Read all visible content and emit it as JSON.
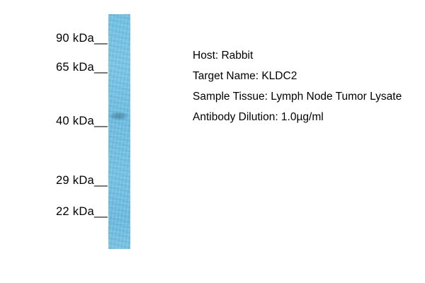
{
  "figure_type": "western-blot",
  "markers": [
    {
      "label": "90 kDa__"
    },
    {
      "label": "65 kDa__"
    },
    {
      "label": "40 kDa__"
    },
    {
      "label": "29 kDa__"
    },
    {
      "label": "22 kDa__"
    }
  ],
  "annotations": [
    {
      "label": "Host: Rabbit"
    },
    {
      "label": "Target Name: KLDC2"
    },
    {
      "label": "Sample Tissue: Lymph Node Tumor Lysate"
    },
    {
      "label": "Antibody Dilution: 1.0µg/ml"
    }
  ],
  "band": {
    "present": true,
    "near_marker": "40 kDa",
    "intensity": "faint"
  },
  "colors": {
    "background": "#ffffff",
    "lane": "#70bfe2",
    "band": "#3a6076",
    "text": "#000000"
  }
}
